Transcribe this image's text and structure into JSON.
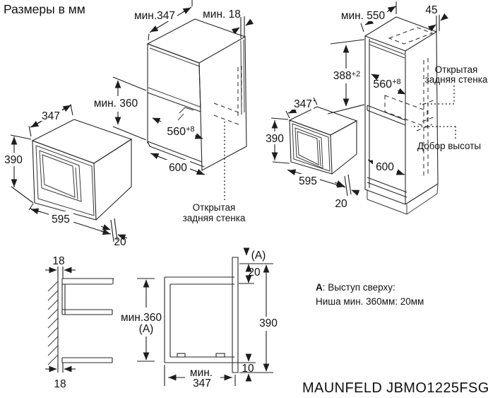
{
  "title": "Размеры в мм",
  "model_label": "MAUNFELD JBMO1225FSG",
  "note": {
    "key": "A",
    "rest": ": Выступ сверху:",
    "line2": "Ниша мин. 360мм: 20мм"
  },
  "oven_front_view": {
    "depth": "347",
    "height": "390",
    "width": "595",
    "frame_overhang": "20"
  },
  "wall_cabinet_view": {
    "min_depth": "мин.347",
    "min_gap": "мин. 18",
    "min_niche_height": "мин. 360",
    "cutout_width": "560",
    "cutout_tol": "+8",
    "cabinet_width": "600",
    "open_back_line1": "Открытая",
    "open_back_line2": "задняя стенка"
  },
  "oven_side_view": {
    "depth": "347",
    "height": "390",
    "width": "595",
    "frame_overhang": "20"
  },
  "tall_cabinet_view": {
    "min_depth": "мин. 550",
    "back_rail": "45",
    "niche_height": "388",
    "niche_height_tol": "+2",
    "cutout_width": "560",
    "cutout_tol": "+8",
    "cabinet_width": "600",
    "open_back_line1": "Открытая",
    "open_back_line2": "задняя стенка",
    "height_filler": "Добор высоты"
  },
  "wall_gap_view": {
    "top_gap": "18",
    "bottom_gap": "18"
  },
  "niche_height_dim": {
    "value": "мин.360",
    "ref": "(A)"
  },
  "section_view": {
    "ref": "(A)",
    "top_overlap": "20",
    "front_height": "390",
    "bottom_gap": "10",
    "min_depth_line1": "мин.",
    "min_depth_line2": "347"
  }
}
